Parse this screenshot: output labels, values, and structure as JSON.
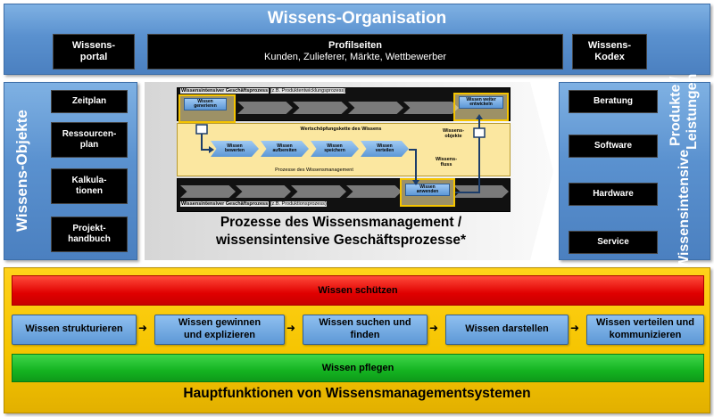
{
  "top": {
    "title": "Wissens-Organisation",
    "portal": [
      "Wissens-",
      "portal"
    ],
    "profile_title": "Profilseiten",
    "profile_sub": "Kunden, Zulieferer, Märkte, Wettbewerber",
    "kodex": [
      "Wissens-",
      "Kodex"
    ]
  },
  "left": {
    "title": "Wissens-Objekte",
    "items": [
      [
        "Zeitplan"
      ],
      [
        "Ressourcen-",
        "plan"
      ],
      [
        "Kalkula-",
        "tionen"
      ],
      [
        "Projekt-",
        "handbuch"
      ]
    ]
  },
  "right": {
    "title_line1": "Wissensintensive",
    "title_line2": "Produkte / Leistungen",
    "items": [
      "Beratung",
      "Software",
      "Hardware",
      "Service"
    ]
  },
  "center": {
    "process_top_label": "Wissensintensiver Geschäftsprozess",
    "process_top_example": "(z.B. Produktentwicklungsprozess)",
    "process_bottom_label": "Wissensintensiver Geschäftsprozess",
    "process_bottom_example": "(z.B. Produktionsprozess)",
    "chain_title": "Wertschöpfungskette des Wissens",
    "chain_footer": "Prozesse des Wissensmanagement",
    "objects_label": [
      "Wissens-",
      "objekte"
    ],
    "flow_label": [
      "Wissens-",
      "fluss"
    ],
    "box_generate": [
      "Wissen",
      "generieren"
    ],
    "box_develop": [
      "Wissen weiter",
      "entwickeln"
    ],
    "box_apply": [
      "Wissen",
      "anwenden"
    ],
    "chain_steps": [
      [
        "Wissen",
        "bewerten"
      ],
      [
        "Wissen",
        "aufbereiten"
      ],
      [
        "Wissen",
        "speichern"
      ],
      [
        "Wissen",
        "verteilen"
      ]
    ],
    "caption_line1": "Prozesse des Wissensmanagement /",
    "caption_line2": "wissensintensive Geschäftsprozesse*"
  },
  "bottom": {
    "protect": "Wissen schützen",
    "steps": [
      [
        "Wissen strukturieren"
      ],
      [
        "Wissen gewinnen",
        "und explizieren"
      ],
      [
        "Wissen suchen und",
        "finden"
      ],
      [
        "Wissen darstellen"
      ],
      [
        "Wissen verteilen und",
        "kommunizieren"
      ]
    ],
    "maintain": "Wissen pflegen",
    "footer": "Hauptfunktionen von Wissensmanagementsystemen"
  },
  "colors": {
    "panel_blue": "#5a91cf",
    "yellow": "#f5c400",
    "red": "#e00000",
    "green": "#14b321",
    "chain_yellow": "#fbe7a0"
  }
}
